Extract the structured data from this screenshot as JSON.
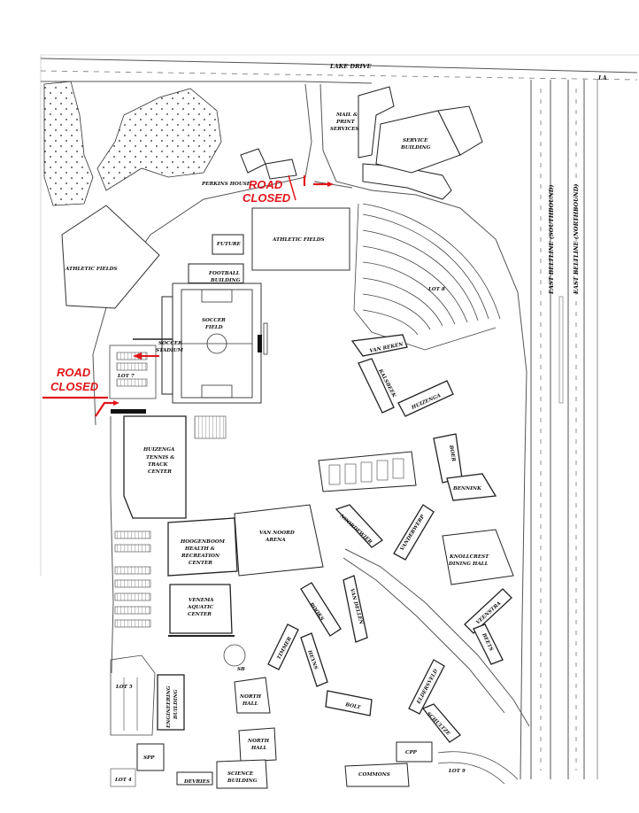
{
  "map": {
    "roads": {
      "lake_drive": "LAKE DRIVE",
      "east_beltline_sb": "EAST BELTLINE (SOUTHBOUND)",
      "east_beltline_nb": "EAST BELTLINE (NORTHBOUND)",
      "corner_fragment": "LA"
    },
    "closures": [
      {
        "line1": "ROAD",
        "line2": "CLOSED",
        "where": "north"
      },
      {
        "line1": "ROAD",
        "line2": "CLOSED",
        "where": "west"
      }
    ],
    "buildings": {
      "mail_print_1": "MAIL &",
      "mail_print_2": "PRINT",
      "mail_print_3": "SERVICES",
      "service_1": "SERVICE",
      "service_2": "BUILDING",
      "perkins": "PERKINS HOUSE",
      "future": "FUTURE",
      "athletic_fields_1": "ATHLETIC FIELDS",
      "athletic_fields_2": "ATHLETIC FIELDS",
      "football_1": "FOOTBALL",
      "football_2": "BUILDING",
      "soccer_1": "SOCCER",
      "soccer_2": "FIELD",
      "soccer_stadium_1": "SOCCER",
      "soccer_stadium_2": "STADIUM",
      "lot_8": "LOT 8",
      "lot_7": "LOT 7",
      "van_reken": "VAN REKEN",
      "kalsbeek": "KALSBEEK",
      "huizenga": "HUIZENGA",
      "boer": "BOER",
      "bennink": "BENNINK",
      "tennis_1": "HUIZENGA",
      "tennis_2": "TENNIS &",
      "tennis_3": "TRACK",
      "tennis_4": "CENTER",
      "noordewier": "NOORDEWIER",
      "vanderwerp": "VANDERWERP",
      "knollcrest_1": "KNOLLCREST",
      "knollcrest_2": "DINING HALL",
      "hoogenboom_1": "HOOGENBOOM",
      "hoogenboom_2": "HEALTH &",
      "hoogenboom_3": "RECREATION",
      "hoogenboom_4": "CENTER",
      "van_noord_1": "VAN NOORD",
      "van_noord_2": "ARENA",
      "venema_1": "VENEMA",
      "venema_2": "AQUATIC",
      "venema_3": "CENTER",
      "rooks": "ROOKS",
      "van_dellen": "VAN DELLEN",
      "veenstra": "VEENSTRA",
      "beets": "BEETS",
      "timmer": "TIMMER",
      "heyns": "HEYNS",
      "bolt": "BOLT",
      "eldersveld": "ELDERSVELD",
      "schultze": "SCHULTZE",
      "lot_5": "LOT 5",
      "engineering_1": "ENGINEERING",
      "engineering_2": "BUILDING",
      "north_hall_a1": "NORTH",
      "north_hall_a2": "HALL",
      "north_hall_b1": "NORTH",
      "north_hall_b2": "HALL",
      "spp": "SPP",
      "cpp": "CPP",
      "lot_4": "LOT 4",
      "devries": "DEVRIES",
      "science_1": "SCIENCE",
      "science_2": "BUILDING",
      "commons": "COMMONS",
      "lot_9": "LOT 9",
      "sb": "SB"
    }
  }
}
